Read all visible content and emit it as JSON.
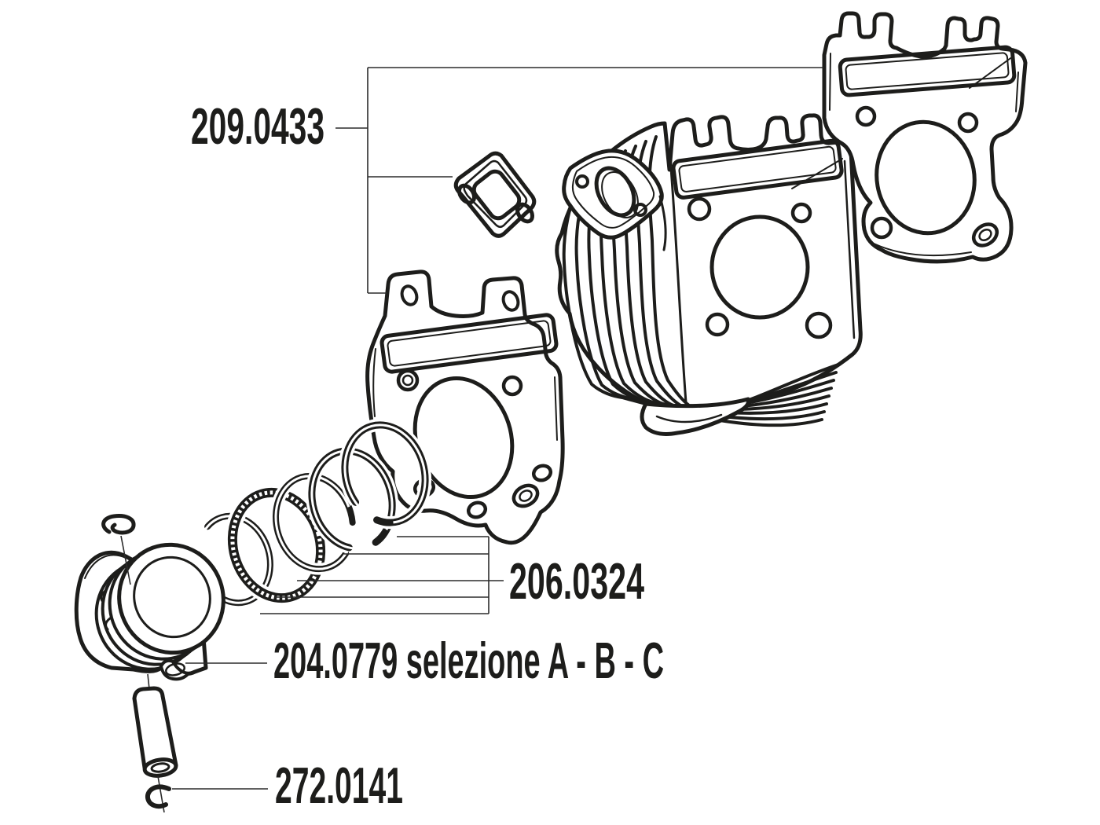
{
  "diagram": {
    "background": "#ffffff",
    "line_color": "#1d1d1b",
    "parts": [
      {
        "id": "gasket-set",
        "label": "209.0433"
      },
      {
        "id": "piston-ring-set",
        "label": "206.0324"
      },
      {
        "id": "piston-selection",
        "label": "204.0779 selezione A - B - C"
      },
      {
        "id": "pin-circlip",
        "label": "272.0141"
      }
    ]
  }
}
